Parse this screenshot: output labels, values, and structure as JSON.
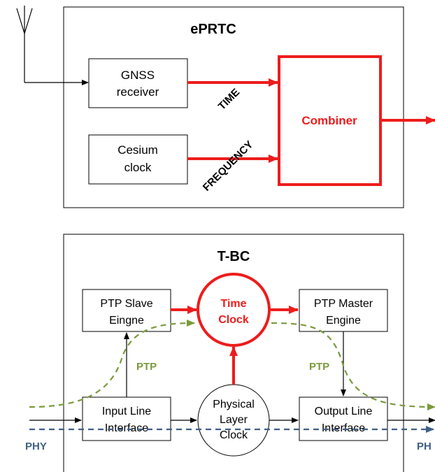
{
  "eprtc": {
    "title": "ePRTC",
    "gnss_line1": "GNSS",
    "gnss_line2": "receiver",
    "cesium_line1": "Cesium",
    "cesium_line2": "clock",
    "combiner": "Combiner",
    "time_label": "TIME",
    "frequency_label": "FREQUENCY"
  },
  "tbc": {
    "title": "T-BC",
    "ptp_slave_line1": "PTP Slave",
    "ptp_slave_line2": "Eingne",
    "time_clock_line1": "Time",
    "time_clock_line2": "Clock",
    "ptp_master_line1": "PTP Master",
    "ptp_master_line2": "Engine",
    "input_line1": "Input Line",
    "input_line2": "Interface",
    "physical_line1": "Physical",
    "physical_line2": "Layer",
    "physical_line3": "Clock",
    "output_line1": "Output Line",
    "output_line2": "Interface",
    "ptp_left": "PTP",
    "ptp_right": "PTP",
    "phy_left": "PHY",
    "phy_right": "PH"
  },
  "colors": {
    "red": "#ee1c1c",
    "olive": "#7a9a3c",
    "navy": "#3f5f86",
    "black": "#000000"
  }
}
